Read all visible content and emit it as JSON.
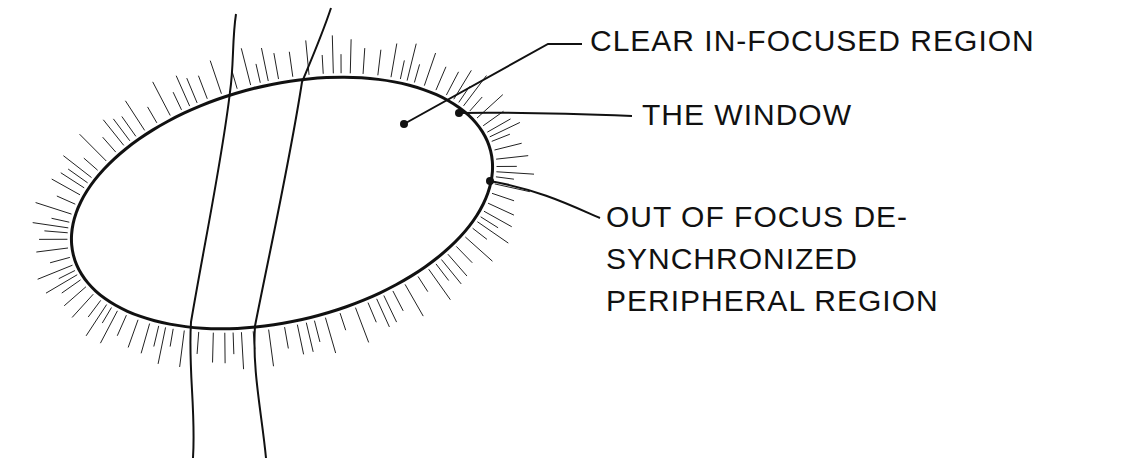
{
  "diagram": {
    "labels": [
      "CLEAR IN-FOCUSED REGION",
      "THE WINDOW",
      "OUT OF FOCUS DE-SYNCHRONIZED PERIPHERAL REGION"
    ]
  }
}
